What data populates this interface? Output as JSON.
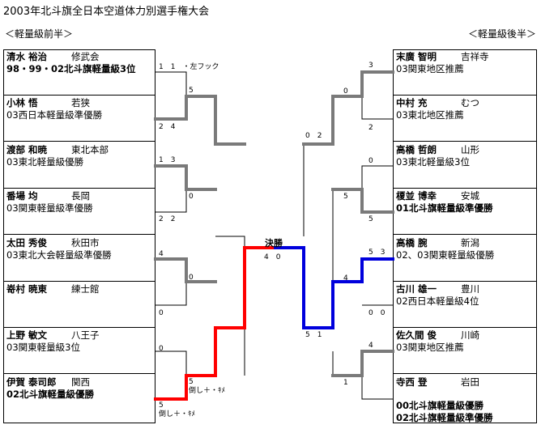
{
  "title": "2003年北斗旗全日本空道体力別選手権大会",
  "left_header": "＜軽量級前半＞",
  "right_header": "＜軽量級後半＞",
  "final_label": "決勝",
  "left_players": [
    {
      "name": "清水 裕治",
      "club": "修武会",
      "info": "98・99・02北斗旗軽量級3位",
      "info_bold": true
    },
    {
      "name": "小林 悟",
      "club": "若狭",
      "info": "03西日本軽量級準優勝",
      "info_bold": false
    },
    {
      "name": "渡部 和暁",
      "club": "東北本部",
      "info": "03東北軽量級優勝",
      "info_bold": false
    },
    {
      "name": "番場 均",
      "club": "長岡",
      "info": "03関東軽量級準優勝",
      "info_bold": false
    },
    {
      "name": "太田 秀俊",
      "club": "秋田市",
      "info": "03東北大会軽量級準優勝",
      "info_bold": false
    },
    {
      "name": "嵜村 暁東",
      "club": "練士館",
      "info": "",
      "info_bold": false
    },
    {
      "name": "上野 敏文",
      "club": "八王子",
      "info": "03関東軽量級3位",
      "info_bold": false
    },
    {
      "name": "伊賀 泰司郎",
      "club": "関西",
      "info": "02北斗旗軽量級優勝",
      "info_bold": true
    }
  ],
  "right_players": [
    {
      "name": "末廣 智明",
      "club": "吉祥寺",
      "info": "03関東地区推薦",
      "info_bold": false,
      "info2": ""
    },
    {
      "name": "中村 充",
      "club": "むつ",
      "info": "03東北地区推薦",
      "info_bold": false,
      "info2": ""
    },
    {
      "name": "高橋 哲朗",
      "club": "山形",
      "info": "03東北軽量級3位",
      "info_bold": false,
      "info2": ""
    },
    {
      "name": "榎並 博幸",
      "club": "安城",
      "info": "01北斗旗軽量級準優勝",
      "info_bold": true,
      "info2": ""
    },
    {
      "name": "高橋 腕",
      "club": "新潟",
      "info": "02、03関東軽量級優勝",
      "info_bold": false,
      "info2": ""
    },
    {
      "name": "古川 雄一",
      "club": "豊川",
      "info": "02西日本軽量級4位",
      "info_bold": false,
      "info2": ""
    },
    {
      "name": "佐久間 俊",
      "club": "川崎",
      "info": "03関東地区推薦",
      "info_bold": false,
      "info2": ""
    },
    {
      "name": "寺西 登",
      "club": "岩田",
      "info": "00北斗旗軽量級優勝",
      "info_bold": true,
      "info2": "02北斗旗軽量級準優勝"
    }
  ],
  "scores": {
    "l_r1_m1_top": "1　1　・左フック",
    "l_r1_m1_bot": "2　4",
    "l_r2_m1": "5",
    "l_r1_m2_top": "1　3",
    "l_r1_m2_bot": "2　2",
    "l_r2_m2": "0",
    "l_r1_m3_top": "4",
    "l_r1_m3_bot": "0",
    "l_r2_m3": "0",
    "l_r1_m4_top": "0",
    "l_r1_m4_bot": "5",
    "l_r1_m4_bot_note": "倒し＋・ｷﾒ",
    "l_r2_m4": "5",
    "l_r2_m4_note": "倒し＋・ｷﾒ",
    "final": "4　0",
    "r_r1_m1_top": "3",
    "r_r1_m1_bot": "2",
    "r_r2_m1": "0",
    "r_r1_m2_top": "0",
    "r_r1_m2_bot": "5",
    "r_r2_m2": "5",
    "r_semi_top": "0　2",
    "r_r1_m3_top": "5　3",
    "r_r1_m3_bot": "0　0",
    "r_r2_m3": "4",
    "r_r1_m4_top": "4",
    "r_r1_m4_bot": "1",
    "r_semi_bot": "5　1"
  },
  "colors": {
    "gray": "#7a7a7a",
    "red": "#ff0000",
    "blue": "#0000dd",
    "black": "#000000"
  }
}
